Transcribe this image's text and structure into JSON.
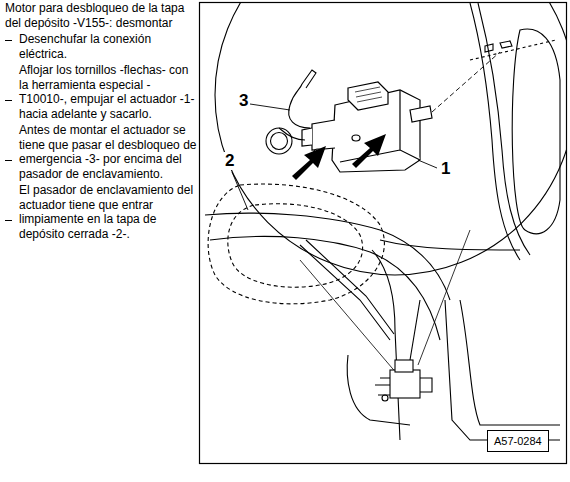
{
  "diagram": {
    "title": "Motor para desbloqueo de la tapa del depósito -V155-: desmontar",
    "nodes": [
      {
        "text": [
          "A57-0284"
        ]
      }
    ],
    "labels": [
      "Desenchufar la conexión eléctrica.",
      "Aflojar los tornillos -flechas- con la herramienta especial -T10010-, empujar el actuador -1- hacia adelante y sacarlo.",
      "Antes de montar el actuador se tiene que pasar el desbloqueo de emergencia -3- por encima del pasador de enclavamiento.",
      "El pasador de enclavamiento del actuador tiene que entrar limpiamente en la tapa de depósito cerrada -2-.",
      "1",
      "2",
      "3"
    ]
  }
}
